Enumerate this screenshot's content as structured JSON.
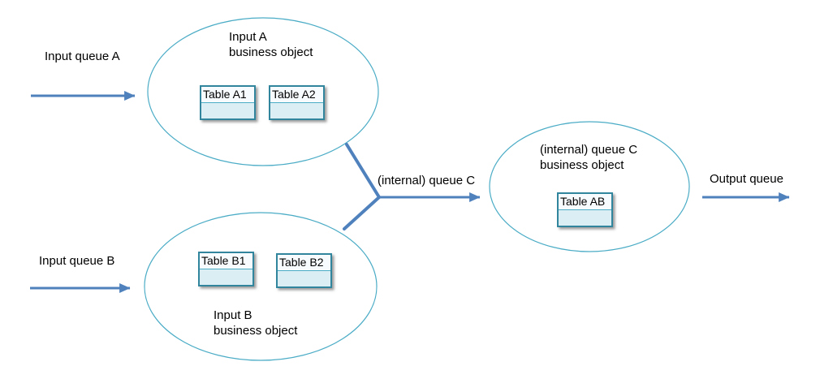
{
  "colors": {
    "arrow_blue": "#4F81BD",
    "ellipse_teal": "#4BACC6",
    "table_border_teal": "#31859C",
    "table_fill_blue": "#DAEEF3",
    "table_header_fill": "#F7FBFD",
    "text_black": "#000000",
    "background": "#FFFFFF"
  },
  "queues": {
    "input_a": "Input queue A",
    "input_b": "Input queue B",
    "internal_c": "(internal) queue C",
    "output": "Output queue"
  },
  "ellipses": {
    "input_a": {
      "title_line1": "Input A",
      "title_line2": "business object",
      "tables": [
        "Table A1",
        "Table A2"
      ]
    },
    "input_b": {
      "title_line1": "Input B",
      "title_line2": "business object",
      "tables": [
        "Table B1",
        "Table B2"
      ]
    },
    "queue_c": {
      "title_line1": "(internal) queue C",
      "title_line2": "business object",
      "tables": [
        "Table AB"
      ]
    }
  }
}
